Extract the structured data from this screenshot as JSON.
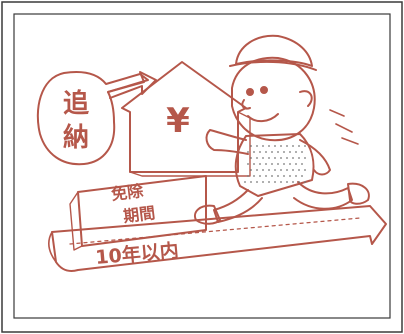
{
  "labels": {
    "callout": "追納",
    "callout_line1": "追",
    "callout_line2": "納",
    "exemption_line1": "免除",
    "exemption_line2": "期間",
    "ribbon": "10年以内",
    "currency": "¥"
  },
  "colors": {
    "ink": "#b5574a",
    "frame": "#3a3a3a",
    "background": "#ffffff",
    "shirt_dots": "#777777"
  }
}
